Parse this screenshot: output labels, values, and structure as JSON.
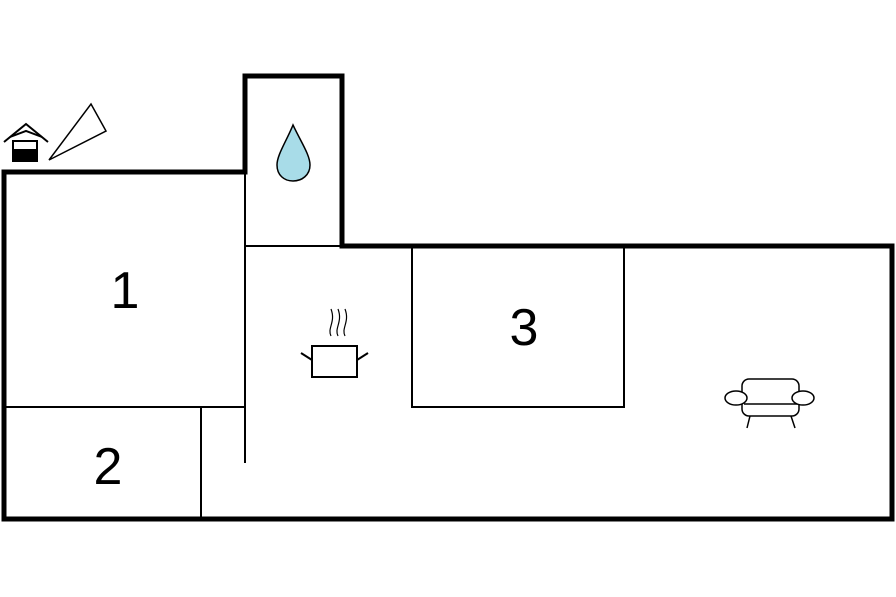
{
  "floorplan": {
    "rooms": [
      {
        "id": "room-1",
        "label": "1"
      },
      {
        "id": "room-2",
        "label": "2"
      },
      {
        "id": "room-3",
        "label": "3"
      }
    ],
    "icons": {
      "entrance": "house-entrance-icon",
      "compass": "north-arrow-icon",
      "bathroom": "water-drop-icon",
      "kitchen": "cooking-pot-icon",
      "living": "sofa-icon"
    },
    "colors": {
      "walls": "#000000",
      "water_drop": "#a8dce8",
      "background": "#ffffff"
    }
  }
}
